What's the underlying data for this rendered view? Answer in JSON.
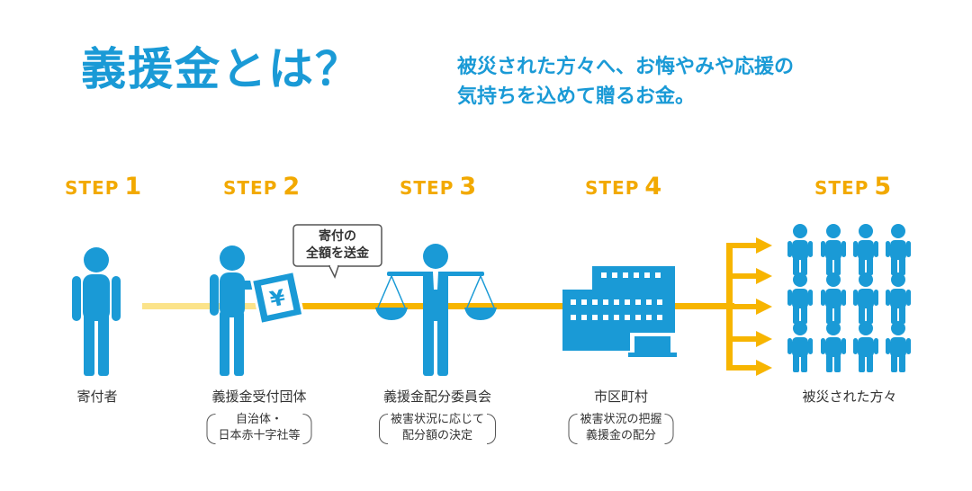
{
  "header": {
    "title": "義援金とは？",
    "subtitle_line1": "被災された方々へ、お悔やみや応援の",
    "subtitle_line2": "気持ちを込めて贈るお金。"
  },
  "steps": [
    {
      "word": "STEP",
      "num": "1",
      "label": "寄付者",
      "note": []
    },
    {
      "word": "STEP",
      "num": "2",
      "label": "義援金受付団体",
      "note": [
        "自治体・",
        "日本赤十字社等"
      ]
    },
    {
      "word": "STEP",
      "num": "3",
      "label": "義援金配分委員会",
      "note": [
        "被害状況に応じて",
        "配分額の決定"
      ]
    },
    {
      "word": "STEP",
      "num": "4",
      "label": "市区町村",
      "note": [
        "被害状況の把握",
        "義援金の配分"
      ]
    },
    {
      "word": "STEP",
      "num": "5",
      "label": "被災された方々",
      "note": []
    }
  ],
  "bubble": {
    "line1": "寄付の",
    "line2": "全額を送金"
  },
  "envelope_symbol": "¥",
  "colors": {
    "accent_blue": "#1a9ad6",
    "step_orange": "#f2a900",
    "flow_yellow": "#f7b500",
    "line_pale": "#fbe38a"
  },
  "icons": [
    "donor-person-icon",
    "person-with-envelope-icon",
    "scale-person-icon",
    "city-hall-building-icon",
    "people-group-icon",
    "arrow-right-icon"
  ]
}
